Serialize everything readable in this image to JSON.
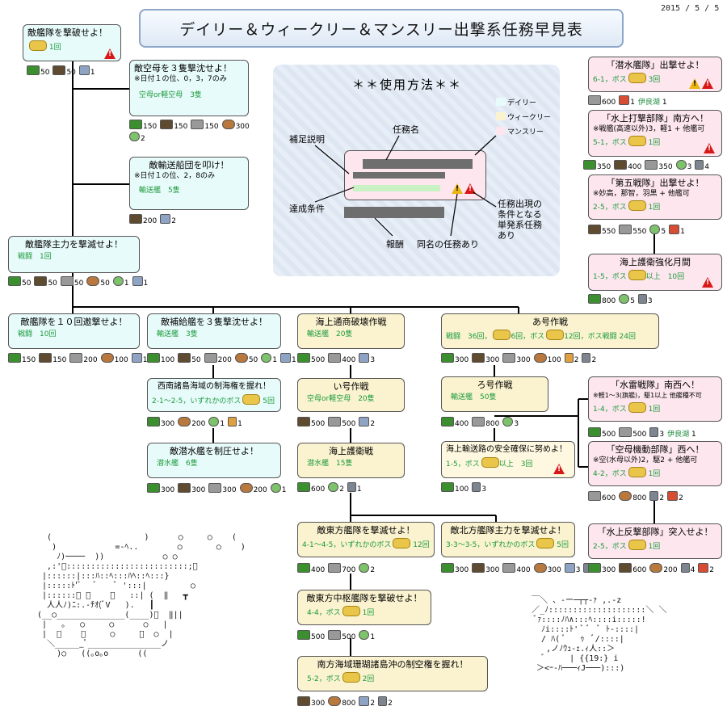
{
  "title": "デイリー＆ウィークリー＆マンスリー出撃系任務早見表",
  "date": "2015 / 5 / 5",
  "icons": {
    "fuel": "fuel-drum-icon",
    "ammo": "ammo-icon",
    "steel": "steel-ingot-icon",
    "bauxite": "bauxite-icon",
    "bucket": "repair-bucket-icon",
    "screw": "improvement-screw-icon",
    "devmat": "development-material-icon",
    "burner": "instant-construction-icon",
    "boss_badge": "boss-badge-icon",
    "warn": "warning-icon"
  },
  "howto": {
    "title": "＊＊使用方法＊＊",
    "quest_name": "任務名",
    "supplement": "補足説明",
    "condition": "達成条件",
    "reward": "報酬",
    "same_name": "同名の任務あり",
    "prereq_lines": [
      "任務出現の",
      "条件となる",
      "単発系任務",
      "あり"
    ],
    "legend": [
      {
        "label": "デイリー",
        "color": "#e8fbfb"
      },
      {
        "label": "ウィークリー",
        "color": "#fbf3d0"
      },
      {
        "label": "マンスリー",
        "color": "#fde6ee"
      }
    ]
  },
  "quests": {
    "q1": {
      "title": "敵艦隊を撃破せよ！",
      "cond": "1回"
    },
    "q1_reward": {
      "fuel": "50",
      "ammo": "50",
      "dev": "1"
    },
    "q2": {
      "title": "敵空母を３隻撃沈せよ！",
      "note": "※日付１の位、0，3，7のみ",
      "cond": "空母or軽空母　3隻"
    },
    "q2_reward": {
      "fuel": "150",
      "ammo": "150",
      "steel": "150",
      "baux": "300",
      "bucket": "2"
    },
    "q3": {
      "title": "敵輸送船団を叩け！",
      "note": "※日付１の位、2，8のみ",
      "cond": "輸送艦　5隻"
    },
    "q3_reward": {
      "baux": "200",
      "bucket": "2"
    },
    "q4": {
      "title": "敵艦隊主力を撃滅せよ！",
      "cond": "戦闘　1回"
    },
    "q4_reward": {
      "fuel": "50",
      "ammo": "50",
      "steel": "50",
      "baux": "50",
      "bucket": "1",
      "dev": "1"
    },
    "q5": {
      "title": "敵艦隊を１０回邀撃せよ！",
      "cond": "戦闘　10回"
    },
    "q5_reward": {
      "fuel": "150",
      "ammo": "150",
      "steel": "200",
      "baux": "100",
      "dev": "1"
    },
    "q6": {
      "title": "敵補給艦を３隻撃沈せよ！",
      "cond": "輸送艦　3隻"
    },
    "q6_reward": {
      "fuel": "100",
      "ammo": "50",
      "steel": "200",
      "baux": "50",
      "bucket": "1",
      "dev": "1"
    },
    "q7": {
      "title": "西南諸島海域の制海権を握れ！",
      "cond": "2-1～2-5，いずれかのボス",
      "cond2": "5回"
    },
    "q7_reward": {
      "fuel": "300",
      "baux": "200",
      "bucket": "1",
      "burner": "1"
    },
    "q8": {
      "title": "敵潜水艦を制圧せよ！",
      "cond": "潜水艦　6隻"
    },
    "q8_reward": {
      "fuel": "300",
      "ammo": "300",
      "steel": "300",
      "baux": "200",
      "bucket": "1"
    },
    "q9": {
      "title": "海上通商破壊作戦",
      "cond": "輸送艦　20隻"
    },
    "q9_reward": {
      "fuel": "500",
      "steel": "400",
      "dev": "3"
    },
    "q10": {
      "title": "い号作戦",
      "cond": "空母or軽空母　20隻"
    },
    "q10_reward": {
      "ammo": "500",
      "steel": "500",
      "dev": "2"
    },
    "q11": {
      "title": "海上護衛戦",
      "cond": "潜水艦　15隻"
    },
    "q11_reward": {
      "fuel": "600",
      "bucket": "2",
      "screw": "1"
    },
    "q12": {
      "title": "あ号作戦",
      "cond": "戦闘　36回，",
      "cond_s": "6回，ボス",
      "cond_b": "12回，ボス戦闘 24回"
    },
    "q12_reward": {
      "fuel": "300",
      "ammo": "300",
      "steel": "300",
      "baux": "100",
      "burner": "2",
      "screw": "2"
    },
    "q13": {
      "title": "ろ号作戦",
      "cond": "輸送艦　50隻"
    },
    "q13_reward": {
      "fuel": "400",
      "steel": "800",
      "bucket": "3"
    },
    "q14": {
      "title": "海上輸送路の安全確保に努めよ！",
      "cond": "1-5，ボス",
      "cond2": "以上　3回"
    },
    "q14_reward": {
      "fuel": "100",
      "screw": "3"
    },
    "q15": {
      "title": "敵東方艦隊を撃滅せよ！",
      "cond": "4-1～4-5，いずれかのボス",
      "cond2": "12回"
    },
    "q15_reward": {
      "fuel": "400",
      "steel": "700",
      "bucket": "2"
    },
    "q16": {
      "title": "敵北方艦隊主力を撃滅せよ！",
      "cond": "3-3～3-5，いずれかのボス",
      "cond2": "5回"
    },
    "q16_reward": {
      "fuel": "300",
      "ammo": "300",
      "steel": "400",
      "baux": "300",
      "dev": "3",
      "screw": "1"
    },
    "q17": {
      "title": "敵東方中枢艦隊を撃破せよ！",
      "cond": "4-4，ボス",
      "cond2": "1回"
    },
    "q17_reward": {
      "fuel": "500",
      "steel": "500",
      "bucket": "1"
    },
    "q18": {
      "title": "南方海域珊瑚諸島沖の制空権を握れ！",
      "cond": "5-2，ボス",
      "cond2": "2回"
    },
    "q18_reward": {
      "ammo": "300",
      "baux": "800",
      "bucket": "2",
      "screw": "2"
    },
    "m1": {
      "title": "「潜水艦隊」出撃せよ！",
      "cond": "6-1，ボス",
      "cond2": "3回"
    },
    "m1_reward": {
      "steel": "600",
      "item": "1",
      "label": "伊良湖",
      "n": "1"
    },
    "m2": {
      "title": "「水上打撃部隊」南方へ！",
      "note": "※戦艦(高速以外)3，軽1 + 他艦可",
      "cond": "5-1，ボス",
      "cond2": "1回"
    },
    "m2_reward": {
      "fuel": "350",
      "ammo": "400",
      "steel": "350",
      "bucket": "3",
      "screw": "4"
    },
    "m3": {
      "title": "「第五戦隊」出撃せよ！",
      "note": "※妙高，那智，羽黒 + 他艦可",
      "cond": "2-5，ボス",
      "cond2": "1回"
    },
    "m3_reward": {
      "ammo": "550",
      "steel": "550",
      "bucket": "5",
      "item": "1"
    },
    "m4": {
      "title": "海上護衛強化月間",
      "cond": "1-5，ボス",
      "cond2": "以上　10回"
    },
    "m4_reward": {
      "fuel": "800",
      "bucket": "5",
      "screw": "3"
    },
    "m5": {
      "title": "「水雷戦隊」南西へ！",
      "note": "※軽1～3(旗艦)，駆1以上 他艦種不可",
      "cond": "1-4，ボス",
      "cond2": "1回"
    },
    "m5_reward": {
      "fuel": "500",
      "steel": "500",
      "screw": "3",
      "label": "伊良湖",
      "n": "1"
    },
    "m6": {
      "title": "「空母機動部隊」西へ！",
      "note": "※空(水母以外)2，駆2 + 他艦可",
      "cond": "4-2，ボス",
      "cond2": "1回"
    },
    "m6_reward": {
      "steel": "600",
      "baux": "800",
      "screw": "2",
      "item": "2"
    },
    "m7": {
      "title": "「水上反撃部隊」突入せよ！",
      "cond": "2-5，ボス",
      "cond2": "1回"
    },
    "m7_reward": {
      "fuel": "300",
      "ammo": "600",
      "baux": "200",
      "screw": "4",
      "item": "2"
    }
  }
}
